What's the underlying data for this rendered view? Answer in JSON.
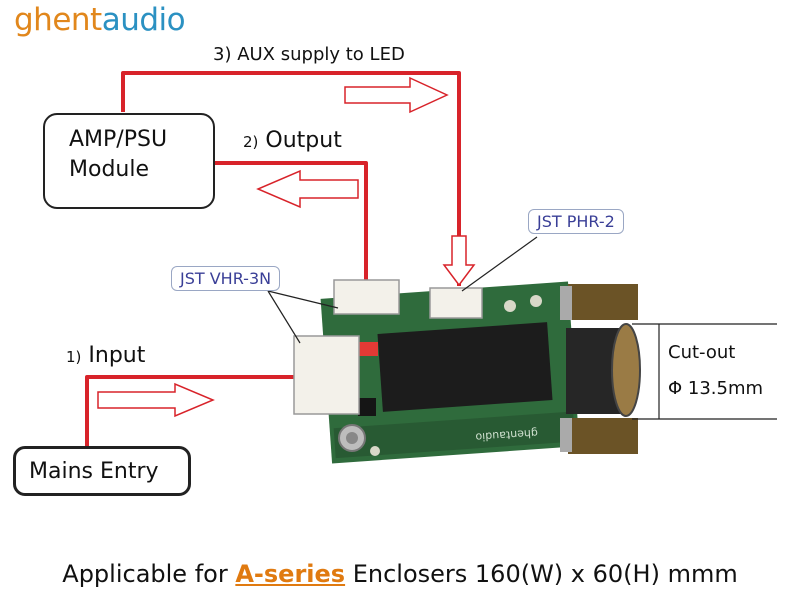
{
  "logo": {
    "part1": "ghent",
    "part2": "audio"
  },
  "labels": {
    "aux": "3) AUX supply to LED",
    "output_num": "2)",
    "output": "Output",
    "input_num": "1)",
    "input": "Input",
    "amp_line1": "AMP/PSU",
    "amp_line2": "Module",
    "mains": "Mains Entry",
    "jst_phr": "JST PHR-2",
    "jst_vhr": "JST VHR-3N",
    "cutout_line1": "Cut-out",
    "cutout_line2": "Φ 13.5mm",
    "pcb_print": "ghentaudio"
  },
  "footer": {
    "prefix": "Applicable for ",
    "series": "A-series",
    "suffix": " Enclosers 160(W) x 60(H) mmm"
  },
  "colors": {
    "wire": "#d8232a",
    "pcb": "#2f6b3c",
    "connector": "#f3f1ea",
    "brand_orange": "#e1871c",
    "brand_blue": "#2b91c2",
    "jst_text": "#3a3f97"
  }
}
